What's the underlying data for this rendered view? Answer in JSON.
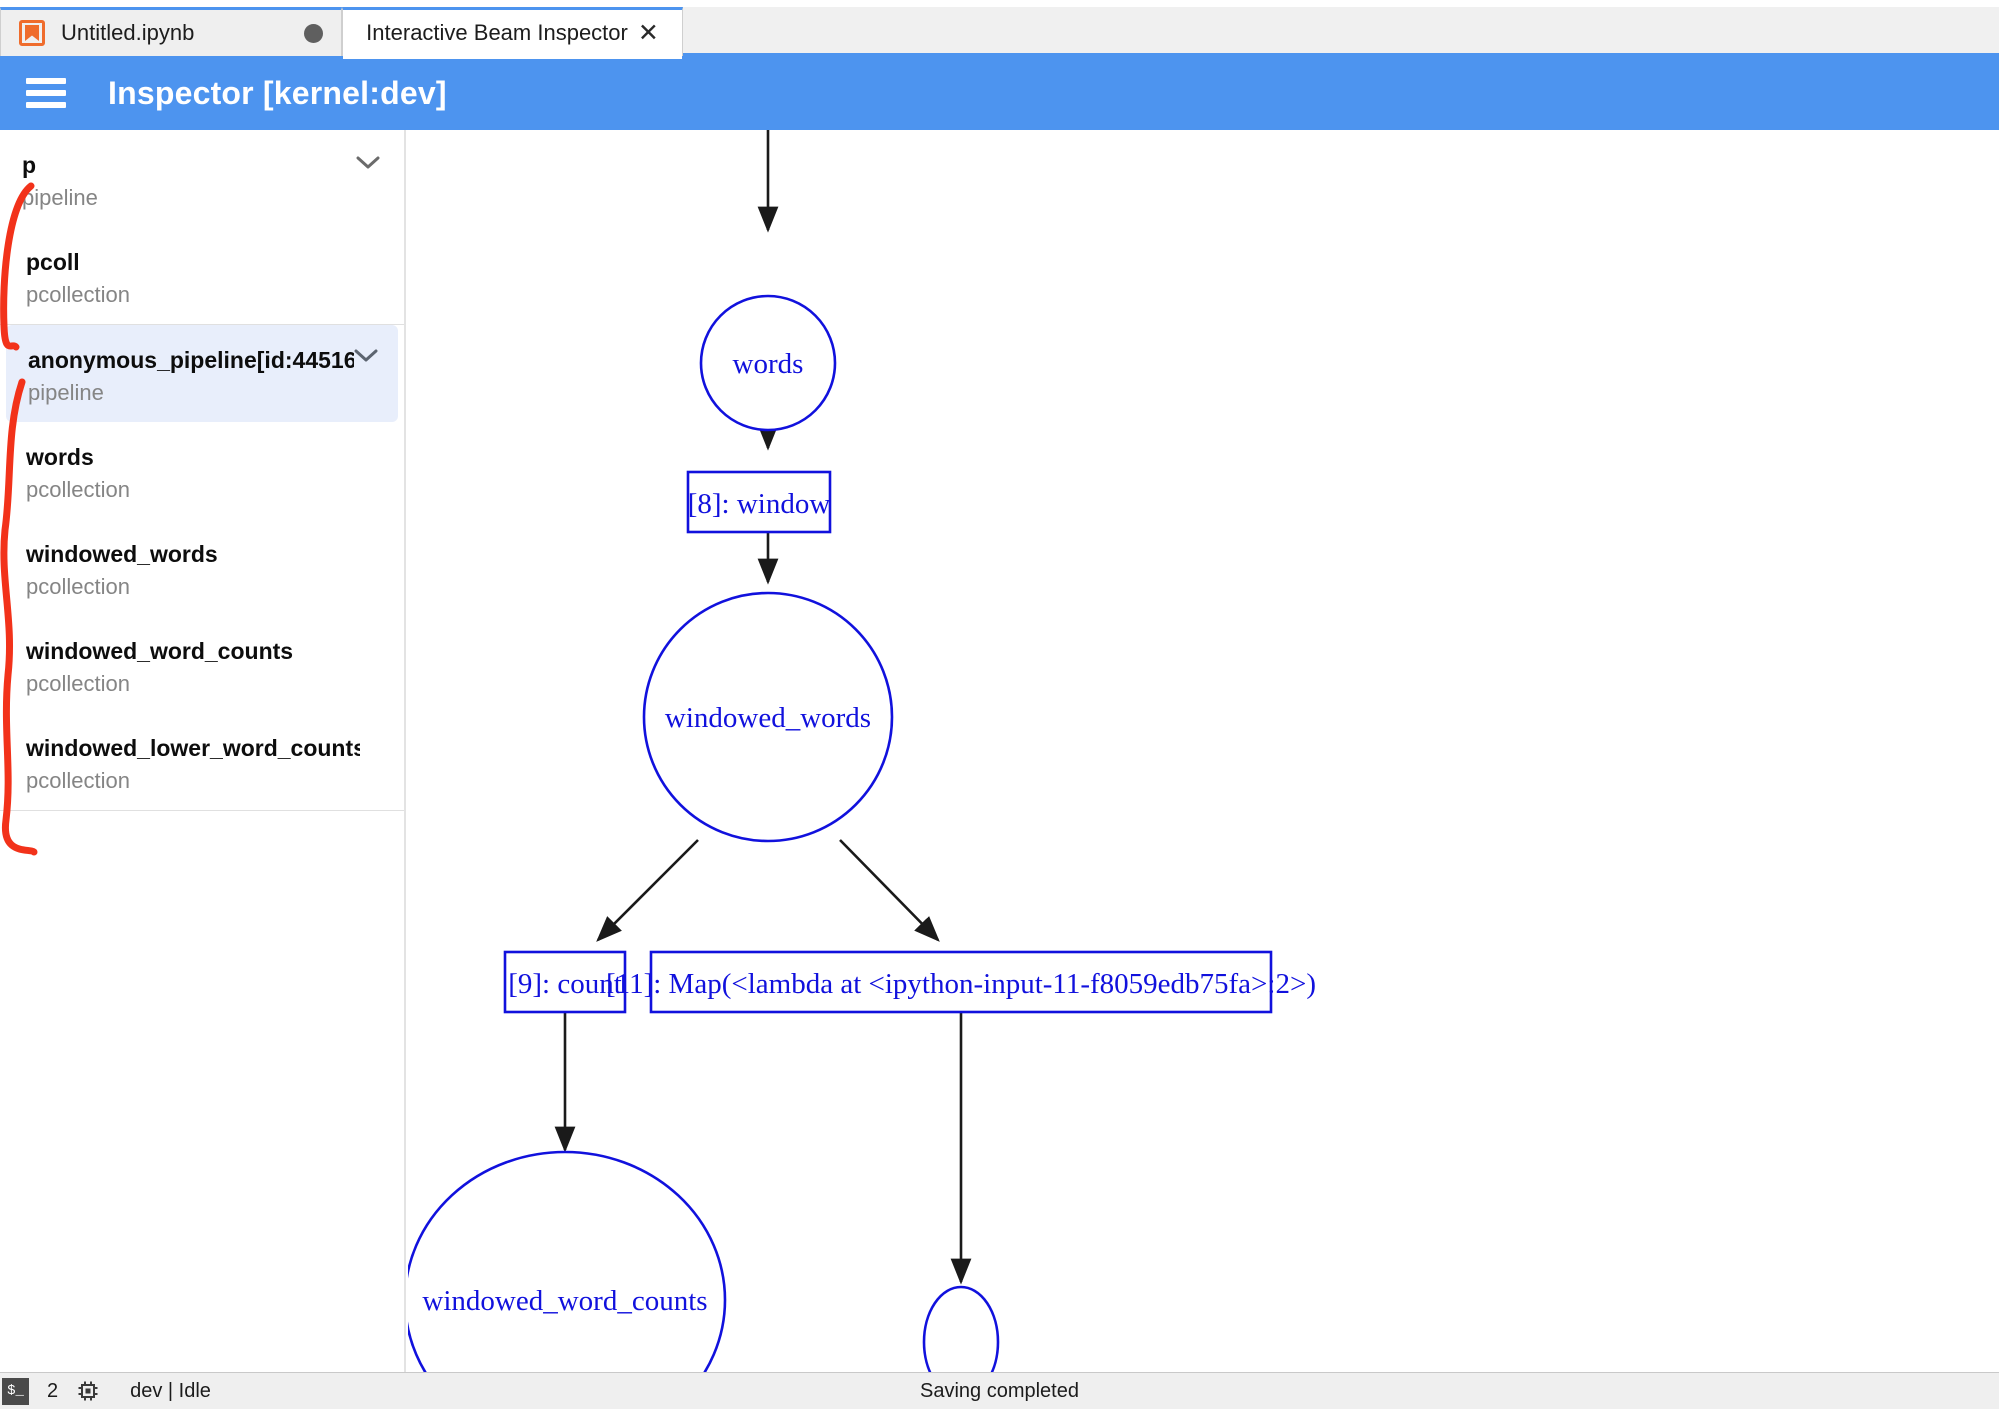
{
  "window": {
    "tabs": [
      {
        "label": "Untitled.ipynb",
        "icon": "notebook-icon",
        "state": "unsaved",
        "active": false
      },
      {
        "label": "Interactive Beam Inspector",
        "icon": "none",
        "state": "active",
        "active": true
      }
    ],
    "close_glyph": "✕"
  },
  "header": {
    "menu_icon": "hamburger-icon",
    "title": "Inspector [kernel:dev]",
    "accent_color": "#4d94ef"
  },
  "sidebar": {
    "groups": [
      {
        "items": [
          {
            "name": "p",
            "type": "pipeline",
            "expandable": true,
            "selected": false,
            "child": false
          },
          {
            "name": "pcoll",
            "type": "pcollection",
            "expandable": false,
            "selected": false,
            "child": true
          }
        ]
      },
      {
        "items": [
          {
            "name": "anonymous_pipeline[id:44516…",
            "type": "pipeline",
            "expandable": true,
            "selected": true,
            "child": false
          },
          {
            "name": "words",
            "type": "pcollection",
            "expandable": false,
            "selected": false,
            "child": true
          },
          {
            "name": "windowed_words",
            "type": "pcollection",
            "expandable": false,
            "selected": false,
            "child": true
          },
          {
            "name": "windowed_word_counts",
            "type": "pcollection",
            "expandable": false,
            "selected": false,
            "child": true
          },
          {
            "name": "windowed_lower_word_counts",
            "type": "pcollection",
            "expandable": false,
            "selected": false,
            "child": true
          }
        ]
      }
    ],
    "selected_bg": "#e8eefb",
    "annotation_color": "#f2321a"
  },
  "graph": {
    "node_color": "#1111dd",
    "edge_color": "#1a1a1a",
    "nodes": [
      {
        "id": "words",
        "label": "words",
        "shape": "ellipse"
      },
      {
        "id": "window",
        "label": "[8]: window",
        "shape": "box"
      },
      {
        "id": "windowed_words",
        "label": "windowed_words",
        "shape": "ellipse"
      },
      {
        "id": "count",
        "label": "[9]: count",
        "shape": "box"
      },
      {
        "id": "map",
        "label": "[11]: Map(<lambda at <ipython-input-11-f8059edb75fa>:2>)",
        "shape": "box"
      },
      {
        "id": "windowed_word_counts",
        "label": "windowed_word_counts",
        "shape": "ellipse"
      },
      {
        "id": "unnamed_small",
        "label": "",
        "shape": "ellipse"
      }
    ],
    "edges": [
      {
        "from": "",
        "to": "words"
      },
      {
        "from": "words",
        "to": "window"
      },
      {
        "from": "window",
        "to": "windowed_words"
      },
      {
        "from": "windowed_words",
        "to": "count"
      },
      {
        "from": "windowed_words",
        "to": "map"
      },
      {
        "from": "count",
        "to": "windowed_word_counts"
      },
      {
        "from": "map",
        "to": "unnamed_small"
      }
    ]
  },
  "statusbar": {
    "terminal_glyph": "$_",
    "terminal_icon": "terminal-icon",
    "kernel_count": "2",
    "chip_icon": "cpu-chip-icon",
    "kernel_status": "dev | Idle",
    "message": "Saving completed"
  }
}
